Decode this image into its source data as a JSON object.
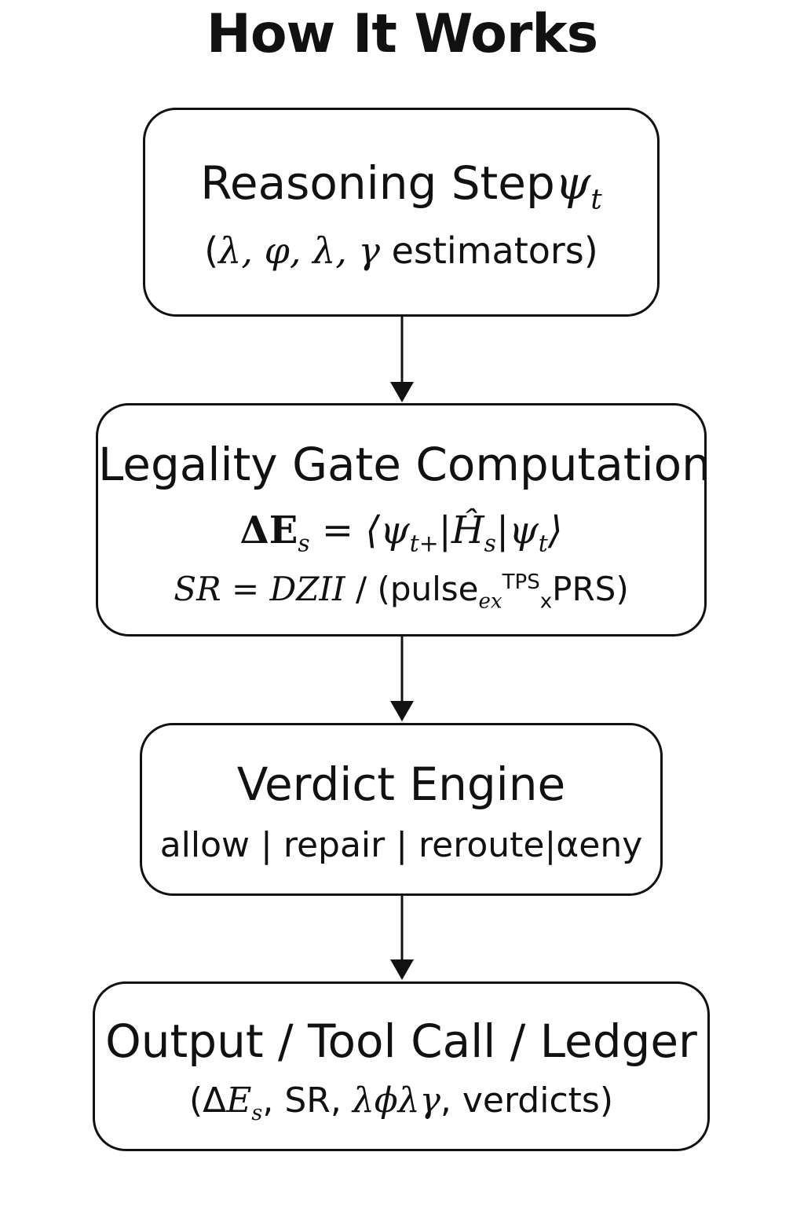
{
  "title": "How It Works",
  "boxes": [
    {
      "heading_text": "Reasoning Step",
      "heading_math": "ψ",
      "heading_math_sub": "t",
      "detail_open": "(",
      "detail_math": "λ, φ, λ, γ",
      "detail_text": " estimators)"
    },
    {
      "heading": "Legality Gate Computation",
      "eq1_lhs": "ΔE",
      "eq1_lhs_sub": "s",
      "eq1_rhs_a": " = ⟨ψ",
      "eq1_rhs_a_sub": "t+",
      "eq1_rhs_b": "|Ĥ",
      "eq1_rhs_b_sub": "s",
      "eq1_rhs_c": "|ψ",
      "eq1_rhs_c_sub": "t",
      "eq1_close": "⟩",
      "eq2_math": "SR = DZII",
      "eq2_text_a": " / (pulse",
      "eq2_sub_ex": "ex",
      "eq2_sup_tps": "TPS",
      "eq2_sub_x": "x",
      "eq2_text_b": "PRS)"
    },
    {
      "heading": "Verdict Engine",
      "detail": "allow | repair | reroute|αeny"
    },
    {
      "heading": "Output / Tool Call / Ledger",
      "detail_open": "(Δ",
      "detail_math_e": "E",
      "detail_math_e_sub": "s",
      "detail_mid": ", SR, ",
      "detail_math_greek": "λϕλγ",
      "detail_close": ", verdicts)"
    }
  ],
  "colors": {
    "stroke": "#111111",
    "background": "#ffffff"
  }
}
